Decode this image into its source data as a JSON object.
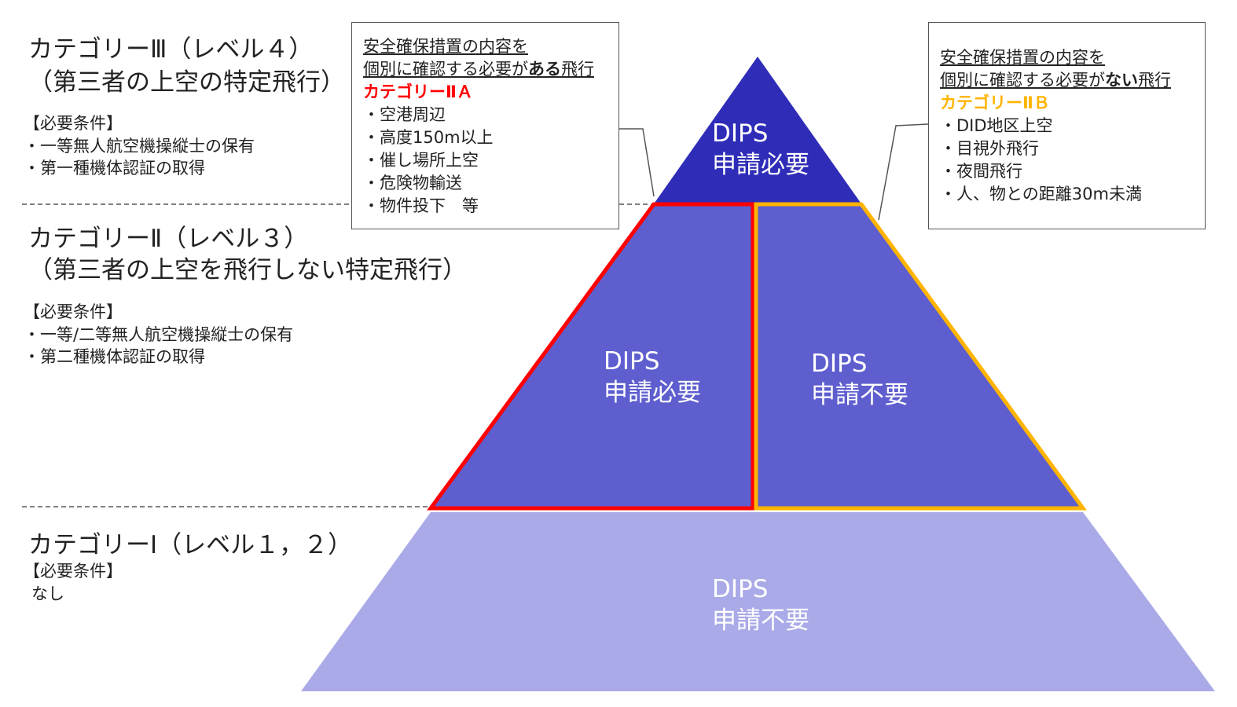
{
  "colors": {
    "top_tier": "#2F2DB8",
    "middle_tier": "#5E5ECF",
    "bottom_tier": "#AAAAE8",
    "category_2a_accent": "#FF0000",
    "category_2b_accent": "#FFB400"
  },
  "levels": {
    "cat3": {
      "title_line1": "カテゴリーⅢ（レベル４）",
      "title_line2": "（第三者の上空の特定飛行）",
      "req_heading": "【必要条件】",
      "requirements": [
        "一等無人航空機操縦士の保有",
        "第一種機体認証の取得"
      ]
    },
    "cat2": {
      "title_line1": "カテゴリーⅡ（レベル３）",
      "title_line2": "（第三者の上空を飛行しない特定飛行）",
      "req_heading": "【必要条件】",
      "requirements": [
        "一等/二等無人航空機操縦士の保有",
        "第二種機体認証の取得"
      ]
    },
    "cat1": {
      "title_line1": "カテゴリーⅠ（レベル１，２）",
      "req_heading": "【必要条件】",
      "requirement_none": "なし"
    }
  },
  "callouts": {
    "a": {
      "line1": "安全確保措置の内容を",
      "line2_pre": "個別に確認する必要が",
      "line2_bold": "ある",
      "line2_post": "飛行",
      "category": "カテゴリーⅡＡ",
      "items": [
        "空港周辺",
        "高度150m以上",
        "催し場所上空",
        "危険物輸送",
        "物件投下　等"
      ]
    },
    "b": {
      "line1": "安全確保措置の内容を",
      "line2_pre": "個別に確認する必要が",
      "line2_bold": "ない",
      "line2_post": "飛行",
      "category": "カテゴリーⅡＢ",
      "items": [
        "DID地区上空",
        "目視外飛行",
        "夜間飛行",
        "人、物との距離30m未満"
      ]
    }
  },
  "pyramid": {
    "top": {
      "line1": "DIPS",
      "line2": "申請必要"
    },
    "middle_left": {
      "line1": "DIPS",
      "line2": "申請必要"
    },
    "middle_right": {
      "line1": "DIPS",
      "line2": "申請不要"
    },
    "bottom": {
      "line1": "DIPS",
      "line2": "申請不要"
    }
  }
}
